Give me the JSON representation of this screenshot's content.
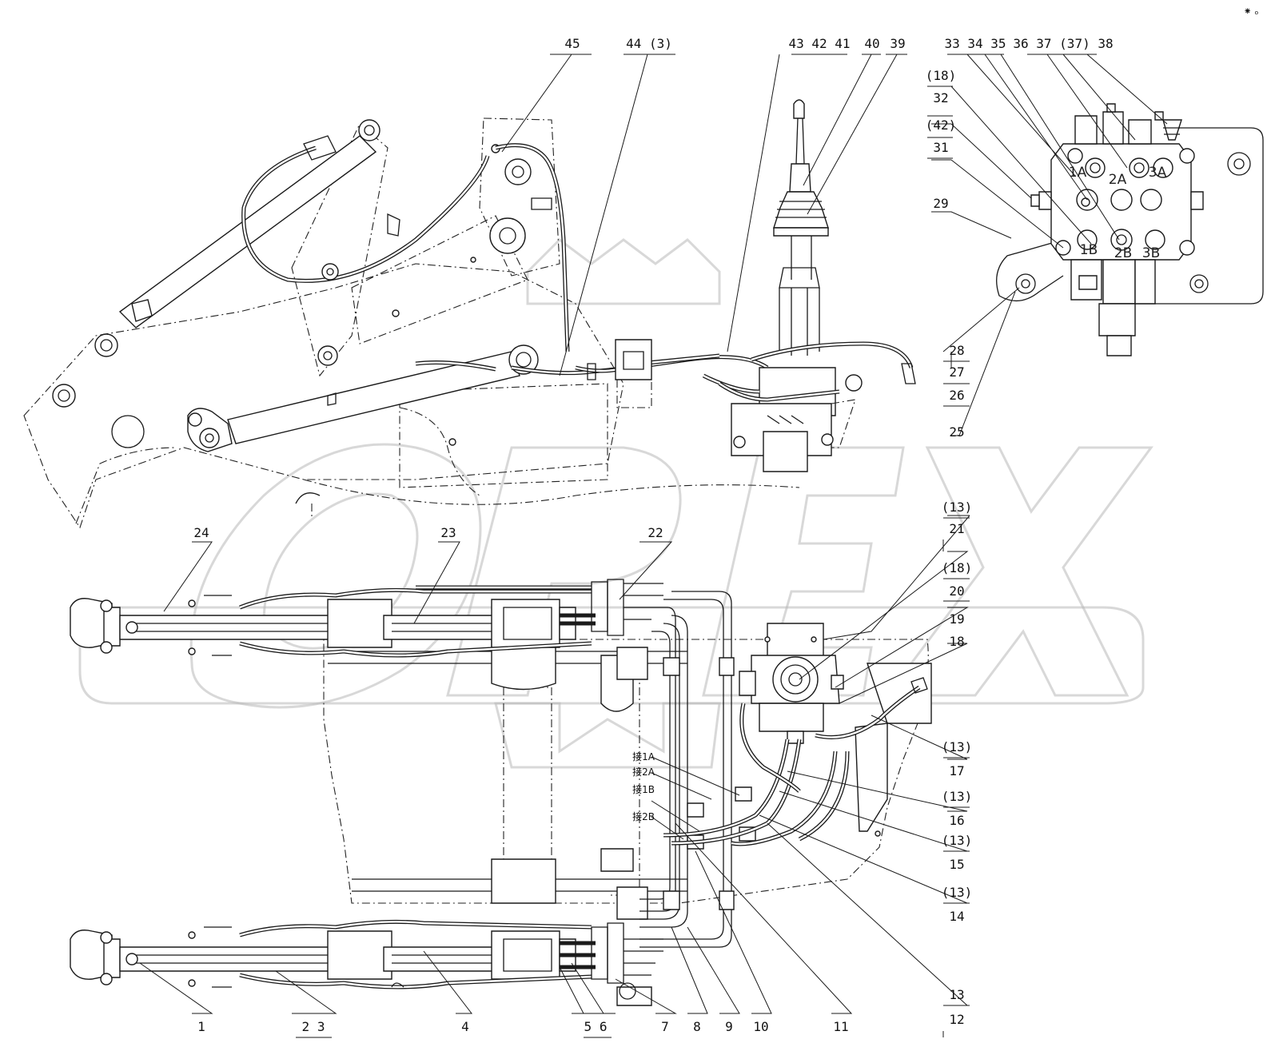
{
  "corner_mark": "⁕ ₒ",
  "watermark": "OPEX",
  "top_callouts": {
    "c45": "45",
    "c44_3": "44 (3)",
    "c43_42_41": "43 42 41",
    "c40": "40",
    "c39": "39",
    "c33_34_35": "33 34 35",
    "c36_37_37_38": "36 37 (37) 38"
  },
  "left_stack": {
    "s18": "(18)",
    "s32": "32",
    "s42": "(42)",
    "s31": "31",
    "s29": "29"
  },
  "right_stack_upper": {
    "s28": "28",
    "s27": "27",
    "s26": "26",
    "s25": "25"
  },
  "right_column": {
    "r13a": "(13)",
    "r21": "21",
    "r18": "(18)",
    "r20": "20",
    "r19": "19",
    "r18b": "18",
    "r13b": "(13)",
    "r17": "17",
    "r13c": "(13)",
    "r16": "16",
    "r13d": "(13)",
    "r15": "15",
    "r13e": "(13)",
    "r14": "14",
    "r13": "13",
    "r12": "12"
  },
  "mid_callouts": {
    "c24": "24",
    "c23": "23",
    "c22": "22"
  },
  "bottom_callouts": {
    "b1": "1",
    "b2_3": "2  3",
    "b4": "4",
    "b5_6": "5 6",
    "b7": "7",
    "b8": "8",
    "b9": "9",
    "b10": "10",
    "b11": "11"
  },
  "ports": {
    "p1a": "1A",
    "p2a": "2A",
    "p3a": "3A",
    "p1b": "1B",
    "p2b": "2B",
    "p3b": "3B"
  },
  "joint_labels": {
    "j1a": "接1A",
    "j2a": "接2A",
    "j1b": "接1B",
    "j2b": "接2B"
  }
}
